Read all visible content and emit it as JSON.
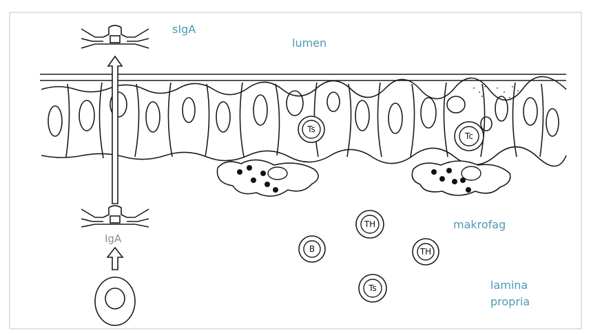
{
  "labels": {
    "sIgA": "sIgA",
    "lumen": "lumen",
    "IgA": "IgA",
    "makrofag": "makrofag",
    "lamina_line1": "lamina",
    "lamina_line2": "propria"
  },
  "cells": {
    "ts_epithelial": "Ts",
    "tc_epithelial": "Tc",
    "th_1": "TH",
    "th_2": "TH",
    "b_cell": "B",
    "ts_lamina": "Ts"
  },
  "colors": {
    "label": "#4a9ab4",
    "igA_label": "#8c8c8c",
    "line": "#1a1a1a"
  }
}
